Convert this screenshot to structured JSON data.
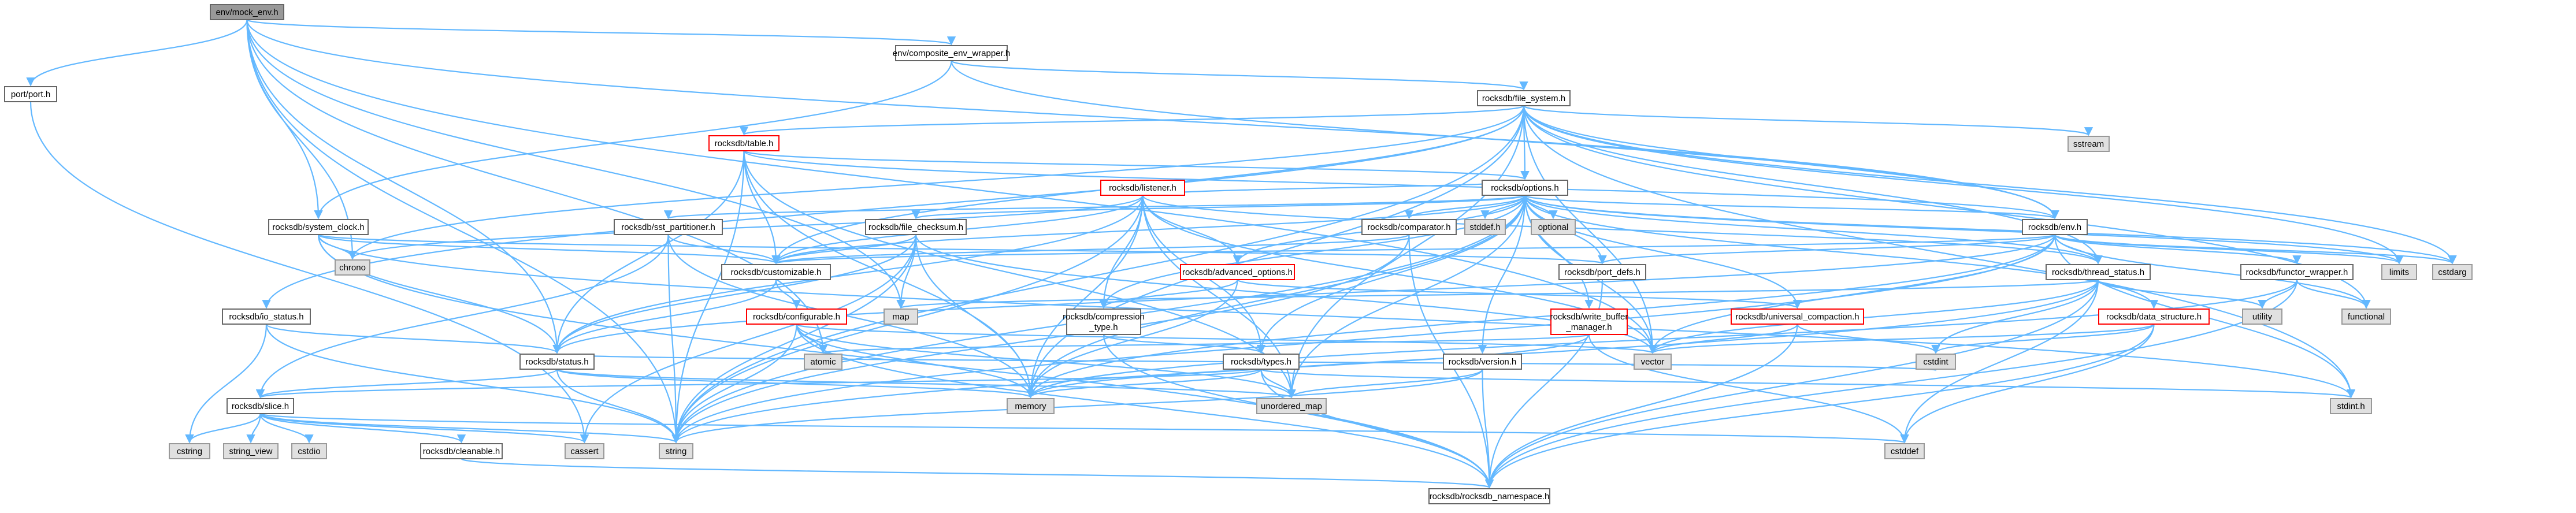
{
  "colors": {
    "edge": "#63b8ff",
    "root_fill": "#999999",
    "border": "#666666",
    "red_border": "#ff0000",
    "system_fill": "#e0e0e0",
    "system_border": "#999999"
  },
  "nodes": [
    {
      "id": "mock_env",
      "label": "env/mock_env.h",
      "kind": "root"
    },
    {
      "id": "port",
      "label": "port/port.h",
      "kind": "norm"
    },
    {
      "id": "composite",
      "label": "env/composite_env_wrapper.h",
      "kind": "norm"
    },
    {
      "id": "file_system",
      "label": "rocksdb/file_system.h",
      "kind": "norm"
    },
    {
      "id": "table",
      "label": "rocksdb/table.h",
      "kind": "red"
    },
    {
      "id": "options",
      "label": "rocksdb/options.h",
      "kind": "norm"
    },
    {
      "id": "system_clock",
      "label": "rocksdb/system_clock.h",
      "kind": "norm"
    },
    {
      "id": "sst_partitioner",
      "label": "rocksdb/sst_partitioner.h",
      "kind": "norm"
    },
    {
      "id": "file_checksum",
      "label": "rocksdb/file_checksum.h",
      "kind": "norm"
    },
    {
      "id": "listener",
      "label": "rocksdb/listener.h",
      "kind": "red"
    },
    {
      "id": "comparator",
      "label": "rocksdb/comparator.h",
      "kind": "norm"
    },
    {
      "id": "stddef_h",
      "label": "stddef.h",
      "kind": "sys"
    },
    {
      "id": "optional",
      "label": "optional",
      "kind": "sys"
    },
    {
      "id": "env",
      "label": "rocksdb/env.h",
      "kind": "norm"
    },
    {
      "id": "sstream",
      "label": "sstream",
      "kind": "sys"
    },
    {
      "id": "chrono",
      "label": "chrono",
      "kind": "sys"
    },
    {
      "id": "customizable",
      "label": "rocksdb/customizable.h",
      "kind": "norm"
    },
    {
      "id": "advanced_options",
      "label": "rocksdb/advanced_options.h",
      "kind": "red"
    },
    {
      "id": "port_defs",
      "label": "rocksdb/port_defs.h",
      "kind": "norm"
    },
    {
      "id": "thread_status",
      "label": "rocksdb/thread_status.h",
      "kind": "norm"
    },
    {
      "id": "functor_wrapper",
      "label": "rocksdb/functor_wrapper.h",
      "kind": "norm"
    },
    {
      "id": "limits",
      "label": "limits",
      "kind": "sys"
    },
    {
      "id": "cstdarg",
      "label": "cstdarg",
      "kind": "sys"
    },
    {
      "id": "io_status",
      "label": "rocksdb/io_status.h",
      "kind": "norm"
    },
    {
      "id": "configurable",
      "label": "rocksdb/configurable.h",
      "kind": "red"
    },
    {
      "id": "map",
      "label": "map",
      "kind": "sys"
    },
    {
      "id": "compression_type",
      "label": "rocksdb/compression\n_type.h",
      "kind": "norm"
    },
    {
      "id": "write_buffer_manager",
      "label": "rocksdb/write_buffer\n_manager.h",
      "kind": "red"
    },
    {
      "id": "universal_compaction",
      "label": "rocksdb/universal_compaction.h",
      "kind": "red"
    },
    {
      "id": "data_structure",
      "label": "rocksdb/data_structure.h",
      "kind": "red"
    },
    {
      "id": "utility",
      "label": "utility",
      "kind": "sys"
    },
    {
      "id": "functional",
      "label": "functional",
      "kind": "sys"
    },
    {
      "id": "status",
      "label": "rocksdb/status.h",
      "kind": "norm"
    },
    {
      "id": "atomic",
      "label": "atomic",
      "kind": "sys"
    },
    {
      "id": "types",
      "label": "rocksdb/types.h",
      "kind": "norm"
    },
    {
      "id": "version",
      "label": "rocksdb/version.h",
      "kind": "norm"
    },
    {
      "id": "vector",
      "label": "vector",
      "kind": "sys"
    },
    {
      "id": "cstdint",
      "label": "cstdint",
      "kind": "sys"
    },
    {
      "id": "slice",
      "label": "rocksdb/slice.h",
      "kind": "norm"
    },
    {
      "id": "memory",
      "label": "memory",
      "kind": "sys"
    },
    {
      "id": "unordered_map",
      "label": "unordered_map",
      "kind": "sys"
    },
    {
      "id": "stdint_h",
      "label": "stdint.h",
      "kind": "sys"
    },
    {
      "id": "cstring",
      "label": "cstring",
      "kind": "sys"
    },
    {
      "id": "string_view",
      "label": "string_view",
      "kind": "sys"
    },
    {
      "id": "cstdio",
      "label": "cstdio",
      "kind": "sys"
    },
    {
      "id": "cleanable",
      "label": "rocksdb/cleanable.h",
      "kind": "norm"
    },
    {
      "id": "cassert",
      "label": "cassert",
      "kind": "sys"
    },
    {
      "id": "string",
      "label": "string",
      "kind": "sys"
    },
    {
      "id": "cstddef",
      "label": "cstddef",
      "kind": "sys"
    },
    {
      "id": "rocksdb_namespace",
      "label": "rocksdb/rocksdb_namespace.h",
      "kind": "norm"
    }
  ],
  "edges": [
    [
      "mock_env",
      "port"
    ],
    [
      "mock_env",
      "composite"
    ],
    [
      "mock_env",
      "system_clock"
    ],
    [
      "mock_env",
      "env"
    ],
    [
      "mock_env",
      "status"
    ],
    [
      "mock_env",
      "atomic"
    ],
    [
      "mock_env",
      "map"
    ],
    [
      "mock_env",
      "string"
    ],
    [
      "mock_env",
      "vector"
    ],
    [
      "mock_env",
      "chrono"
    ],
    [
      "port",
      "cassert"
    ],
    [
      "composite",
      "file_system"
    ],
    [
      "composite",
      "system_clock"
    ],
    [
      "composite",
      "env"
    ],
    [
      "file_system",
      "table"
    ],
    [
      "file_system",
      "options"
    ],
    [
      "file_system",
      "env"
    ],
    [
      "file_system",
      "io_status"
    ],
    [
      "file_system",
      "customizable"
    ],
    [
      "file_system",
      "thread_status"
    ],
    [
      "file_system",
      "sstream"
    ],
    [
      "file_system",
      "chrono"
    ],
    [
      "file_system",
      "cstdarg"
    ],
    [
      "file_system",
      "functional"
    ],
    [
      "file_system",
      "limits"
    ],
    [
      "file_system",
      "memory"
    ],
    [
      "file_system",
      "string"
    ],
    [
      "file_system",
      "vector"
    ],
    [
      "file_system",
      "stdint_h"
    ],
    [
      "file_system",
      "unordered_map"
    ],
    [
      "table",
      "options"
    ],
    [
      "table",
      "customizable"
    ],
    [
      "table",
      "status"
    ],
    [
      "table",
      "memory"
    ],
    [
      "table",
      "string"
    ],
    [
      "table",
      "unordered_map"
    ],
    [
      "table",
      "env"
    ],
    [
      "options",
      "sst_partitioner"
    ],
    [
      "options",
      "file_checksum"
    ],
    [
      "options",
      "listener"
    ],
    [
      "options",
      "comparator"
    ],
    [
      "options",
      "stddef_h"
    ],
    [
      "options",
      "optional"
    ],
    [
      "options",
      "env"
    ],
    [
      "options",
      "advanced_options"
    ],
    [
      "options",
      "customizable"
    ],
    [
      "options",
      "compression_type"
    ],
    [
      "options",
      "universal_compaction"
    ],
    [
      "options",
      "data_structure"
    ],
    [
      "options",
      "types"
    ],
    [
      "options",
      "version"
    ],
    [
      "options",
      "write_buffer_manager"
    ],
    [
      "options",
      "limits"
    ],
    [
      "options",
      "cstdarg"
    ],
    [
      "options",
      "memory"
    ],
    [
      "options",
      "string"
    ],
    [
      "options",
      "unordered_map"
    ],
    [
      "options",
      "vector"
    ],
    [
      "options",
      "thread_status"
    ],
    [
      "options",
      "port_defs"
    ],
    [
      "system_clock",
      "chrono"
    ],
    [
      "system_clock",
      "customizable"
    ],
    [
      "system_clock",
      "status"
    ],
    [
      "system_clock",
      "port_defs"
    ],
    [
      "system_clock",
      "rocksdb_namespace"
    ],
    [
      "system_clock",
      "stdint_h"
    ],
    [
      "sst_partitioner",
      "customizable"
    ],
    [
      "sst_partitioner",
      "slice"
    ],
    [
      "sst_partitioner",
      "memory"
    ],
    [
      "sst_partitioner",
      "string"
    ],
    [
      "file_checksum",
      "customizable"
    ],
    [
      "file_checksum",
      "status"
    ],
    [
      "file_checksum",
      "map"
    ],
    [
      "file_checksum",
      "memory"
    ],
    [
      "file_checksum",
      "string"
    ],
    [
      "file_checksum",
      "vector"
    ],
    [
      "file_checksum",
      "cassert"
    ],
    [
      "listener",
      "customizable"
    ],
    [
      "listener",
      "compression_type"
    ],
    [
      "listener",
      "status"
    ],
    [
      "listener",
      "types"
    ],
    [
      "listener",
      "chrono"
    ],
    [
      "listener",
      "memory"
    ],
    [
      "listener",
      "string"
    ],
    [
      "listener",
      "unordered_map"
    ],
    [
      "listener",
      "vector"
    ],
    [
      "listener",
      "thread_status"
    ],
    [
      "listener",
      "advanced_options"
    ],
    [
      "comparator",
      "customizable"
    ],
    [
      "comparator",
      "rocksdb_namespace"
    ],
    [
      "comparator",
      "string"
    ],
    [
      "env",
      "customizable"
    ],
    [
      "env",
      "functor_wrapper"
    ],
    [
      "env",
      "port_defs"
    ],
    [
      "env",
      "status"
    ],
    [
      "env",
      "thread_status"
    ],
    [
      "env",
      "limits"
    ],
    [
      "env",
      "cstdarg"
    ],
    [
      "env",
      "functional"
    ],
    [
      "env",
      "memory"
    ],
    [
      "env",
      "string"
    ],
    [
      "env",
      "vector"
    ],
    [
      "env",
      "stdint_h"
    ],
    [
      "customizable",
      "configurable"
    ],
    [
      "customizable",
      "status"
    ],
    [
      "advanced_options",
      "compression_type"
    ],
    [
      "advanced_options",
      "universal_compaction"
    ],
    [
      "advanced_options",
      "memory"
    ],
    [
      "port_defs",
      "rocksdb_namespace"
    ],
    [
      "thread_status",
      "cstddef"
    ],
    [
      "thread_status",
      "map"
    ],
    [
      "thread_status",
      "string"
    ],
    [
      "thread_status",
      "utility"
    ],
    [
      "thread_status",
      "vector"
    ],
    [
      "thread_status",
      "cstdint"
    ],
    [
      "thread_status",
      "rocksdb_namespace"
    ],
    [
      "functor_wrapper",
      "functional"
    ],
    [
      "functor_wrapper",
      "memory"
    ],
    [
      "functor_wrapper",
      "utility"
    ],
    [
      "functor_wrapper",
      "rocksdb_namespace"
    ],
    [
      "io_status",
      "status"
    ],
    [
      "io_status",
      "cstring"
    ],
    [
      "io_status",
      "string"
    ],
    [
      "configurable",
      "atomic"
    ],
    [
      "configurable",
      "memory"
    ],
    [
      "configurable",
      "string"
    ],
    [
      "configurable",
      "unordered_map"
    ],
    [
      "configurable",
      "vector"
    ],
    [
      "configurable",
      "rocksdb_namespace"
    ],
    [
      "compression_type",
      "rocksdb_namespace"
    ],
    [
      "compression_type",
      "types"
    ],
    [
      "write_buffer_manager",
      "atomic"
    ],
    [
      "write_buffer_manager",
      "cstddef"
    ],
    [
      "write_buffer_manager",
      "memory"
    ],
    [
      "universal_compaction",
      "cstdint"
    ],
    [
      "universal_compaction",
      "vector"
    ],
    [
      "universal_compaction",
      "rocksdb_namespace"
    ],
    [
      "data_structure",
      "cstdint"
    ],
    [
      "data_structure",
      "vector"
    ],
    [
      "data_structure",
      "cstddef"
    ],
    [
      "data_structure",
      "rocksdb_namespace"
    ],
    [
      "status",
      "slice"
    ],
    [
      "status",
      "memory"
    ],
    [
      "status",
      "string"
    ],
    [
      "status",
      "cstdint"
    ],
    [
      "status",
      "unordered_map"
    ],
    [
      "types",
      "rocksdb_namespace"
    ],
    [
      "types",
      "slice"
    ],
    [
      "types",
      "stdint_h"
    ],
    [
      "types",
      "memory"
    ],
    [
      "types",
      "unordered_map"
    ],
    [
      "version",
      "rocksdb_namespace"
    ],
    [
      "version",
      "string"
    ],
    [
      "version",
      "unordered_map"
    ],
    [
      "slice",
      "cassert"
    ],
    [
      "slice",
      "cstddef"
    ],
    [
      "slice",
      "cstdio"
    ],
    [
      "slice",
      "cstring"
    ],
    [
      "slice",
      "string"
    ],
    [
      "slice",
      "string_view"
    ],
    [
      "slice",
      "cleanable"
    ],
    [
      "cleanable",
      "rocksdb_namespace"
    ]
  ]
}
